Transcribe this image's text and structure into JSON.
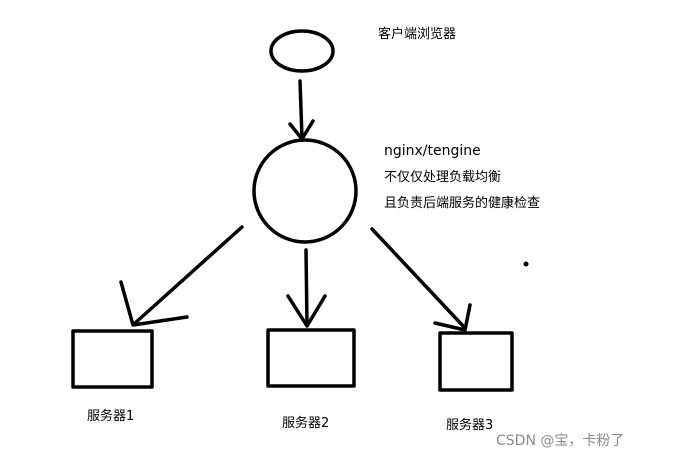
{
  "client": {
    "label": "客户端浏览器"
  },
  "proxy": {
    "name": "nginx/tengine",
    "desc_line1": "不仅仅处理负载均衡",
    "desc_line2": "且负责后端服务的健康检查"
  },
  "servers": [
    {
      "label": "服务器1"
    },
    {
      "label": "服务器2"
    },
    {
      "label": "服务器3"
    }
  ],
  "watermark": "CSDN @宝，卡粉了",
  "colors": {
    "stroke": "#000000",
    "watermark": "#8a8a8a"
  }
}
